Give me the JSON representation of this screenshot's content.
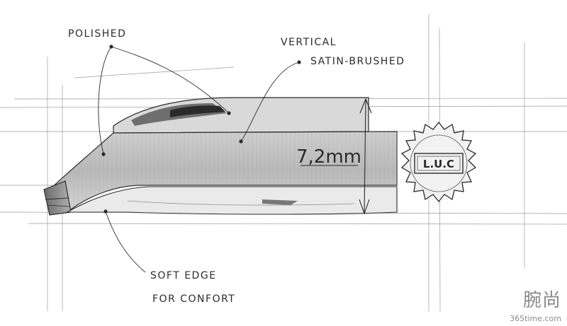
{
  "labels": {
    "polished": "POLISHED",
    "vertical": "VERTICAL",
    "satin_brushed": "SATIN-BRUSHED",
    "soft_edge": "SOFT EDGE",
    "for_confort": "FOR CONFORT",
    "thickness": "7,2mm",
    "seal_text": "L.U.C"
  },
  "watermark": {
    "chinese": "腕尚",
    "url": "365time.com"
  },
  "colors": {
    "paper": "#ffffff",
    "pencil": "#2a2a2a",
    "shade": "#8f8f8f"
  }
}
